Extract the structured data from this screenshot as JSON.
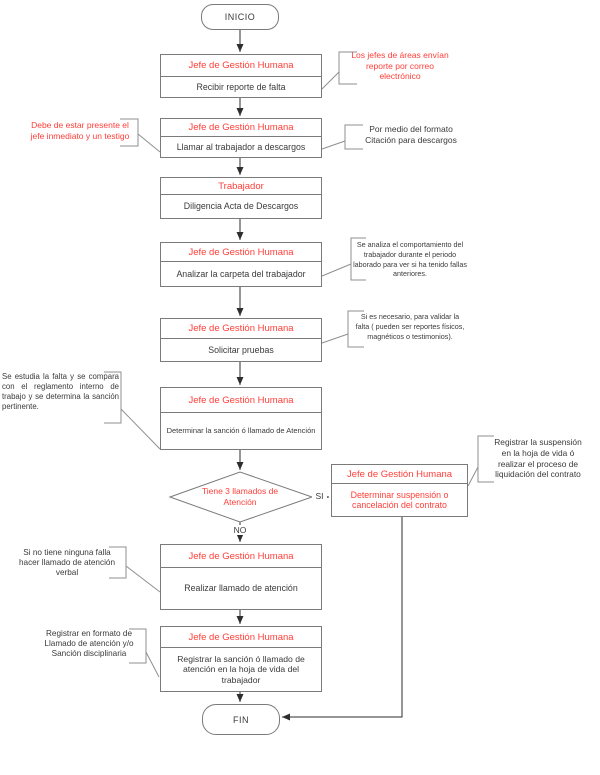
{
  "colors": {
    "accent_red": "#ff3e38",
    "line_dark": "#2e2e2e",
    "box_border": "#7a7a7a",
    "callout_line": "#8f8f8f",
    "background": "#ffffff",
    "text_black": "#3a3a3a"
  },
  "terminals": {
    "start": "INICIO",
    "end": "FIN"
  },
  "nodes": [
    {
      "header": "Jefe de Gestión Humana",
      "body": "Recibir reporte de falta"
    },
    {
      "header": "Jefe de Gestión Humana",
      "body": "Llamar al trabajador a descargos"
    },
    {
      "header": "Trabajador",
      "body": "Diligencia Acta de Descargos"
    },
    {
      "header": "Jefe de Gestión Humana",
      "body": "Analizar la carpeta del trabajador"
    },
    {
      "header": "Jefe de Gestión Humana",
      "body": "Solicitar pruebas"
    },
    {
      "header": "Jefe de Gestión Humana",
      "body": "Determinar la sanción ó llamado de Atención"
    },
    {
      "header": "Jefe de Gestión Humana",
      "body": "Determinar suspensión o\ncancelación del contrato"
    },
    {
      "header": "Jefe de Gestión Humana",
      "body": "Realizar llamado de atención"
    },
    {
      "header": "Jefe de Gestión Humana",
      "body": "Registrar la sanción ó llamado de\natención en la hoja de vida del\ntrabajador"
    }
  ],
  "decision": {
    "question": "Tiene 3 llamados de\nAtención",
    "yes": "SI",
    "no": "NO"
  },
  "annotations": [
    {
      "text": "Los jefes de áreas envían\nreporte por correo\nelectrónico"
    },
    {
      "text": "Debe de estar presente el\njefe inmediato y un testigo"
    },
    {
      "text": "Por medio del formato\nCitación para descargos"
    },
    {
      "text": "Se analiza el comportamiento del\ntrabajador durante el periodo\nlaborado para ver si ha tenido fallas\nanteriores."
    },
    {
      "text": "Si es necesario, para validar la\nfalta ( pueden ser reportes físicos,\nmagnéticos o testimonios)."
    },
    {
      "text": "Se estudia la falta y se compara con el reglamento interno de trabajo y se determina la sanción pertinente."
    },
    {
      "text": "Registrar la suspensión\nen la hoja de vida ó\nrealizar el proceso de\nliquidación del contrato"
    },
    {
      "text": "Si no tiene ninguna falla\nhacer llamado de atención\nverbal"
    },
    {
      "text": "Registrar en formato de\nLlamado de atención y/o\nSanción disciplinaria"
    }
  ]
}
